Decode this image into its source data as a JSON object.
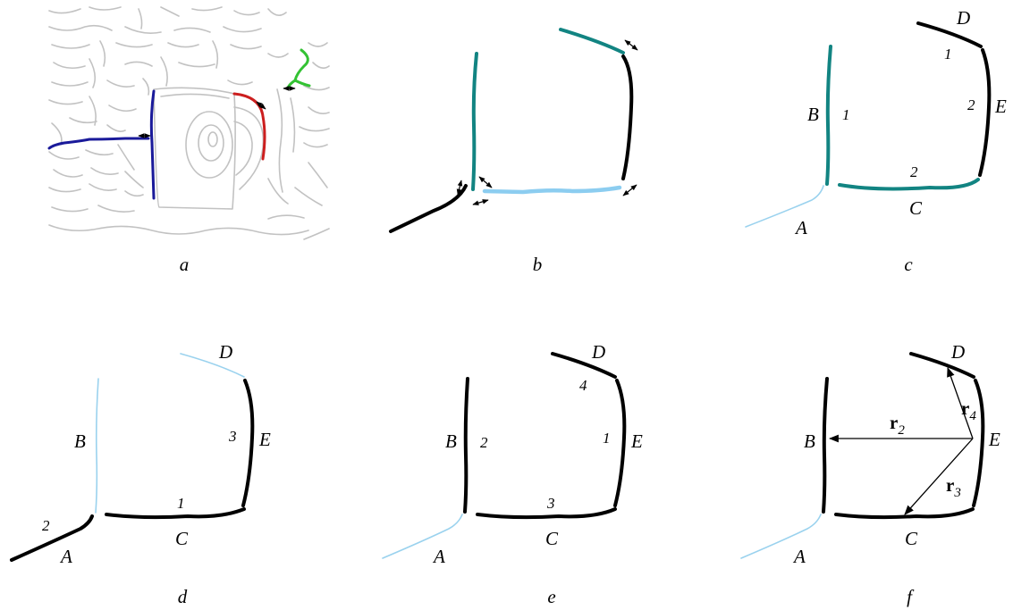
{
  "colors": {
    "black": "#000000",
    "teal": "#128482",
    "light_blue": "#8ccdf0",
    "thin_blue": "#9ad2ee",
    "navy": "#1a1a9a",
    "red": "#cc1f1f",
    "green": "#33c233",
    "sketch_gray": "#c2c2c2"
  },
  "panels": {
    "a": {
      "caption": "a"
    },
    "b": {
      "caption": "b"
    },
    "c": {
      "caption": "c",
      "labels": {
        "A": "A",
        "B": "B",
        "C": "C",
        "D": "D",
        "E": "E"
      },
      "numbers": {
        "B": "1",
        "C": "2",
        "D": "1",
        "E": "2"
      }
    },
    "d": {
      "caption": "d",
      "labels": {
        "A": "A",
        "B": "B",
        "C": "C",
        "D": "D",
        "E": "E"
      },
      "numbers": {
        "A": "2",
        "C": "1",
        "E": "3"
      }
    },
    "e": {
      "caption": "e",
      "labels": {
        "A": "A",
        "B": "B",
        "C": "C",
        "D": "D",
        "E": "E"
      },
      "numbers": {
        "B": "2",
        "C": "3",
        "D": "4",
        "E": "1"
      }
    },
    "f": {
      "caption": "f",
      "labels": {
        "A": "A",
        "B": "B",
        "C": "C",
        "D": "D",
        "E": "E"
      },
      "vectors": [
        {
          "main": "r",
          "sub": "2"
        },
        {
          "main": "r",
          "sub": "3"
        },
        {
          "main": "r",
          "sub": "4"
        }
      ]
    }
  }
}
